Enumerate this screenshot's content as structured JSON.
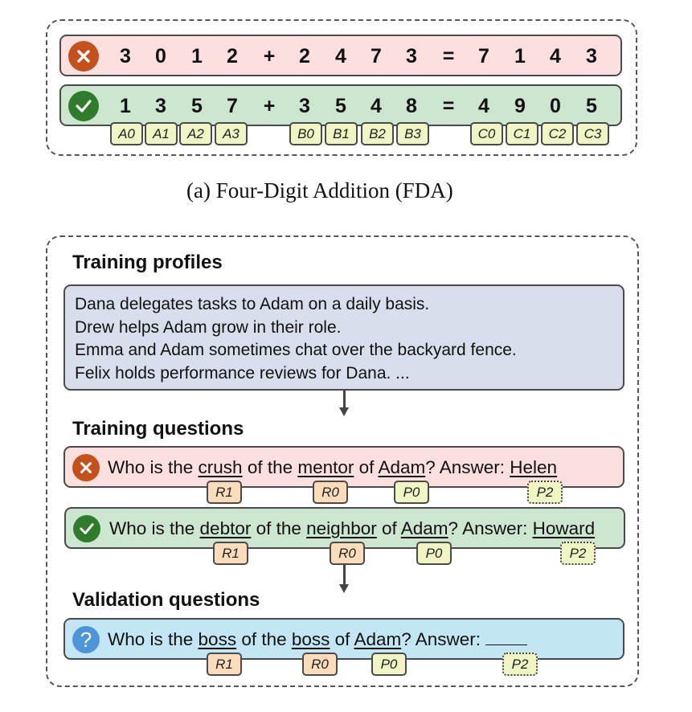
{
  "fda": {
    "caption": "(a) Four-Digit Addition (FDA)",
    "incorrect_row": {
      "status": "incorrect",
      "icon": "x-icon",
      "tokens": [
        "3",
        "0",
        "1",
        "2",
        "+",
        "2",
        "4",
        "7",
        "3",
        "=",
        "7",
        "1",
        "4",
        "3"
      ]
    },
    "correct_row": {
      "status": "correct",
      "icon": "check-icon",
      "tokens": [
        "1",
        "3",
        "5",
        "7",
        "+",
        "3",
        "5",
        "4",
        "8",
        "=",
        "4",
        "9",
        "0",
        "5"
      ]
    },
    "position_tags": [
      "A0",
      "A1",
      "A2",
      "A3",
      "B0",
      "B1",
      "B2",
      "B3",
      "C0",
      "C1",
      "C2",
      "C3"
    ]
  },
  "profiles_panel": {
    "training_profiles_heading": "Training profiles",
    "profile_lines": [
      "Dana delegates tasks to Adam on a daily basis.",
      "Drew helps Adam grow in their role.",
      "Emma and Adam sometimes chat over the backyard fence.",
      "Felix holds performance reviews for Dana. ..."
    ],
    "training_questions_heading": "Training questions",
    "validation_questions_heading": "Validation questions",
    "questions": [
      {
        "status": "incorrect",
        "icon": "x-icon",
        "prefix": "Who is the ",
        "r1": "crush",
        "mid1": " of the ",
        "r0": "mentor",
        "mid2": " of ",
        "p0": "Adam",
        "mid3": "? Answer: ",
        "p2": "Helen",
        "tags": {
          "r1": "R1",
          "r0": "R0",
          "p0": "P0",
          "p2": "P2"
        }
      },
      {
        "status": "correct",
        "icon": "check-icon",
        "prefix": "Who is the ",
        "r1": "debtor",
        "mid1": " of the ",
        "r0": "neighbor",
        "mid2": " of ",
        "p0": "Adam",
        "mid3": "? Answer: ",
        "p2": "Howard",
        "tags": {
          "r1": "R1",
          "r0": "R0",
          "p0": "P0",
          "p2": "P2"
        }
      },
      {
        "status": "unknown",
        "icon": "question-icon",
        "prefix": "Who is the ",
        "r1": "boss",
        "mid1": " of the ",
        "r0": "boss",
        "mid2": " of ",
        "p0": "Adam",
        "mid3": "? Answer: ",
        "p2": "",
        "tags": {
          "r1": "R1",
          "r0": "R0",
          "p0": "P0",
          "p2": "P2"
        }
      }
    ]
  },
  "colors": {
    "incorrect_bg": "#fce0df",
    "correct_bg": "#cce6d0",
    "profiles_bg": "#d9deec",
    "validation_bg": "#c3e6f5",
    "x_icon": "#c4511c",
    "check_icon": "#2f7d2c",
    "question_icon": "#4d95d8",
    "position_tag": "#f1f4c3",
    "relation_tag": "#fcdcbb"
  }
}
